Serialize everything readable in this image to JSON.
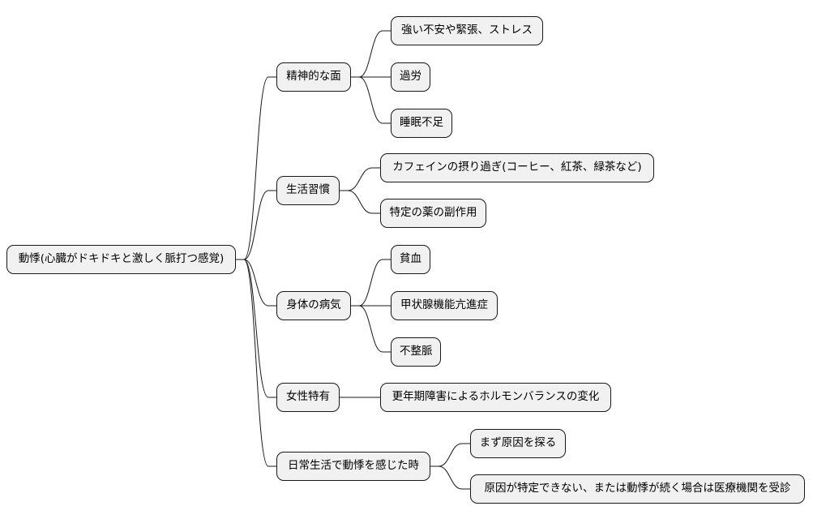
{
  "root": {
    "label": "動悸(心臓がドキドキと激しく脈打つ感覚)",
    "branches": [
      {
        "label": "精神的な面",
        "children": [
          "強い不安や緊張、ストレス",
          "過労",
          "睡眠不足"
        ]
      },
      {
        "label": "生活習慣",
        "children": [
          "カフェインの摂り過ぎ(コーヒー、紅茶、緑茶など)",
          "特定の薬の副作用"
        ]
      },
      {
        "label": "身体の病気",
        "children": [
          "貧血",
          "甲状腺機能亢進症",
          "不整脈"
        ]
      },
      {
        "label": "女性特有",
        "children": [
          "更年期障害によるホルモンバランスの変化"
        ]
      },
      {
        "label": "日常生活で動悸を感じた時",
        "children": [
          "まず原因を探る",
          "原因が特定できない、または動悸が続く場合は医療機関を受診"
        ]
      }
    ]
  }
}
